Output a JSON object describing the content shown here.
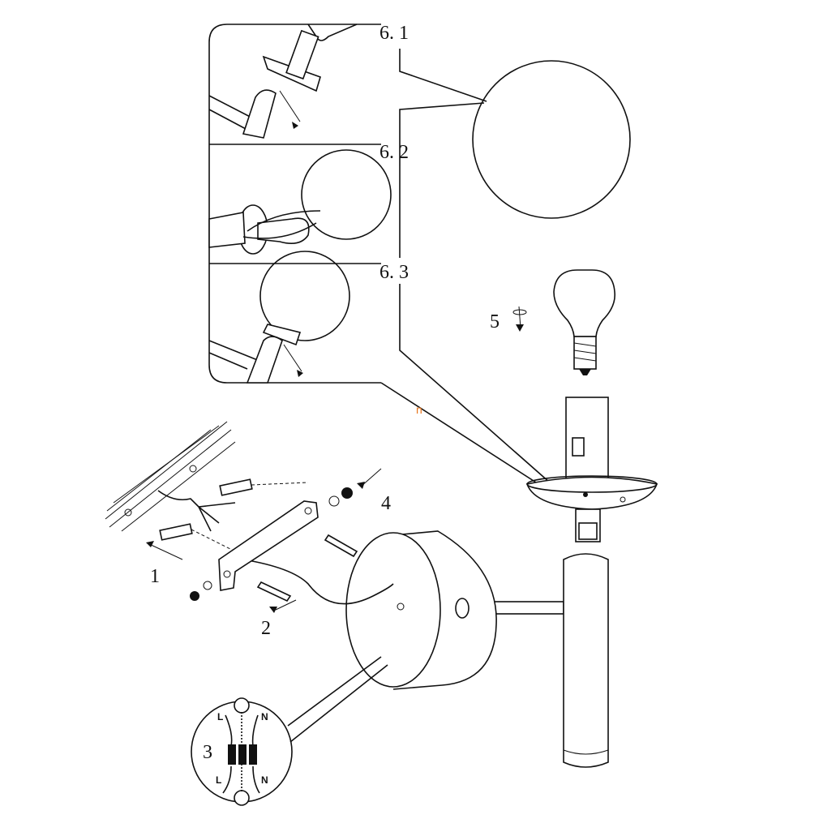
{
  "labels": {
    "step_6_1": "6. 1",
    "step_6_2": "6. 2",
    "step_6_3": "6. 3",
    "step_5": "5",
    "step_4": "4",
    "step_1": "1",
    "step_2": "2",
    "step_3": "3",
    "marker_n": "n"
  },
  "wiring": {
    "live_top": "L",
    "neutral_top": "N",
    "live_bottom": "L",
    "neutral_bottom": "N"
  },
  "colors": {
    "line": "#111111",
    "accent": "#e8761e"
  }
}
